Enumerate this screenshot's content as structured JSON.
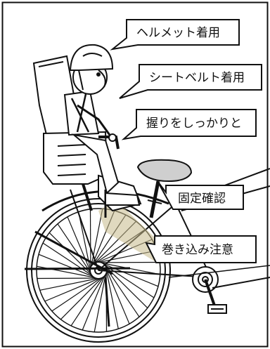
{
  "callouts": {
    "helmet": "ヘルメット着用",
    "seatbelt": "シートベルト着用",
    "grip": "握りをしっかりと",
    "fixing": "固定確認",
    "entanglement": "巻き込み注意"
  },
  "colors": {
    "line": "#111111",
    "background": "#ffffff",
    "seat_fill": "#cfcfcf",
    "warning_zone": "#c7b98a"
  }
}
